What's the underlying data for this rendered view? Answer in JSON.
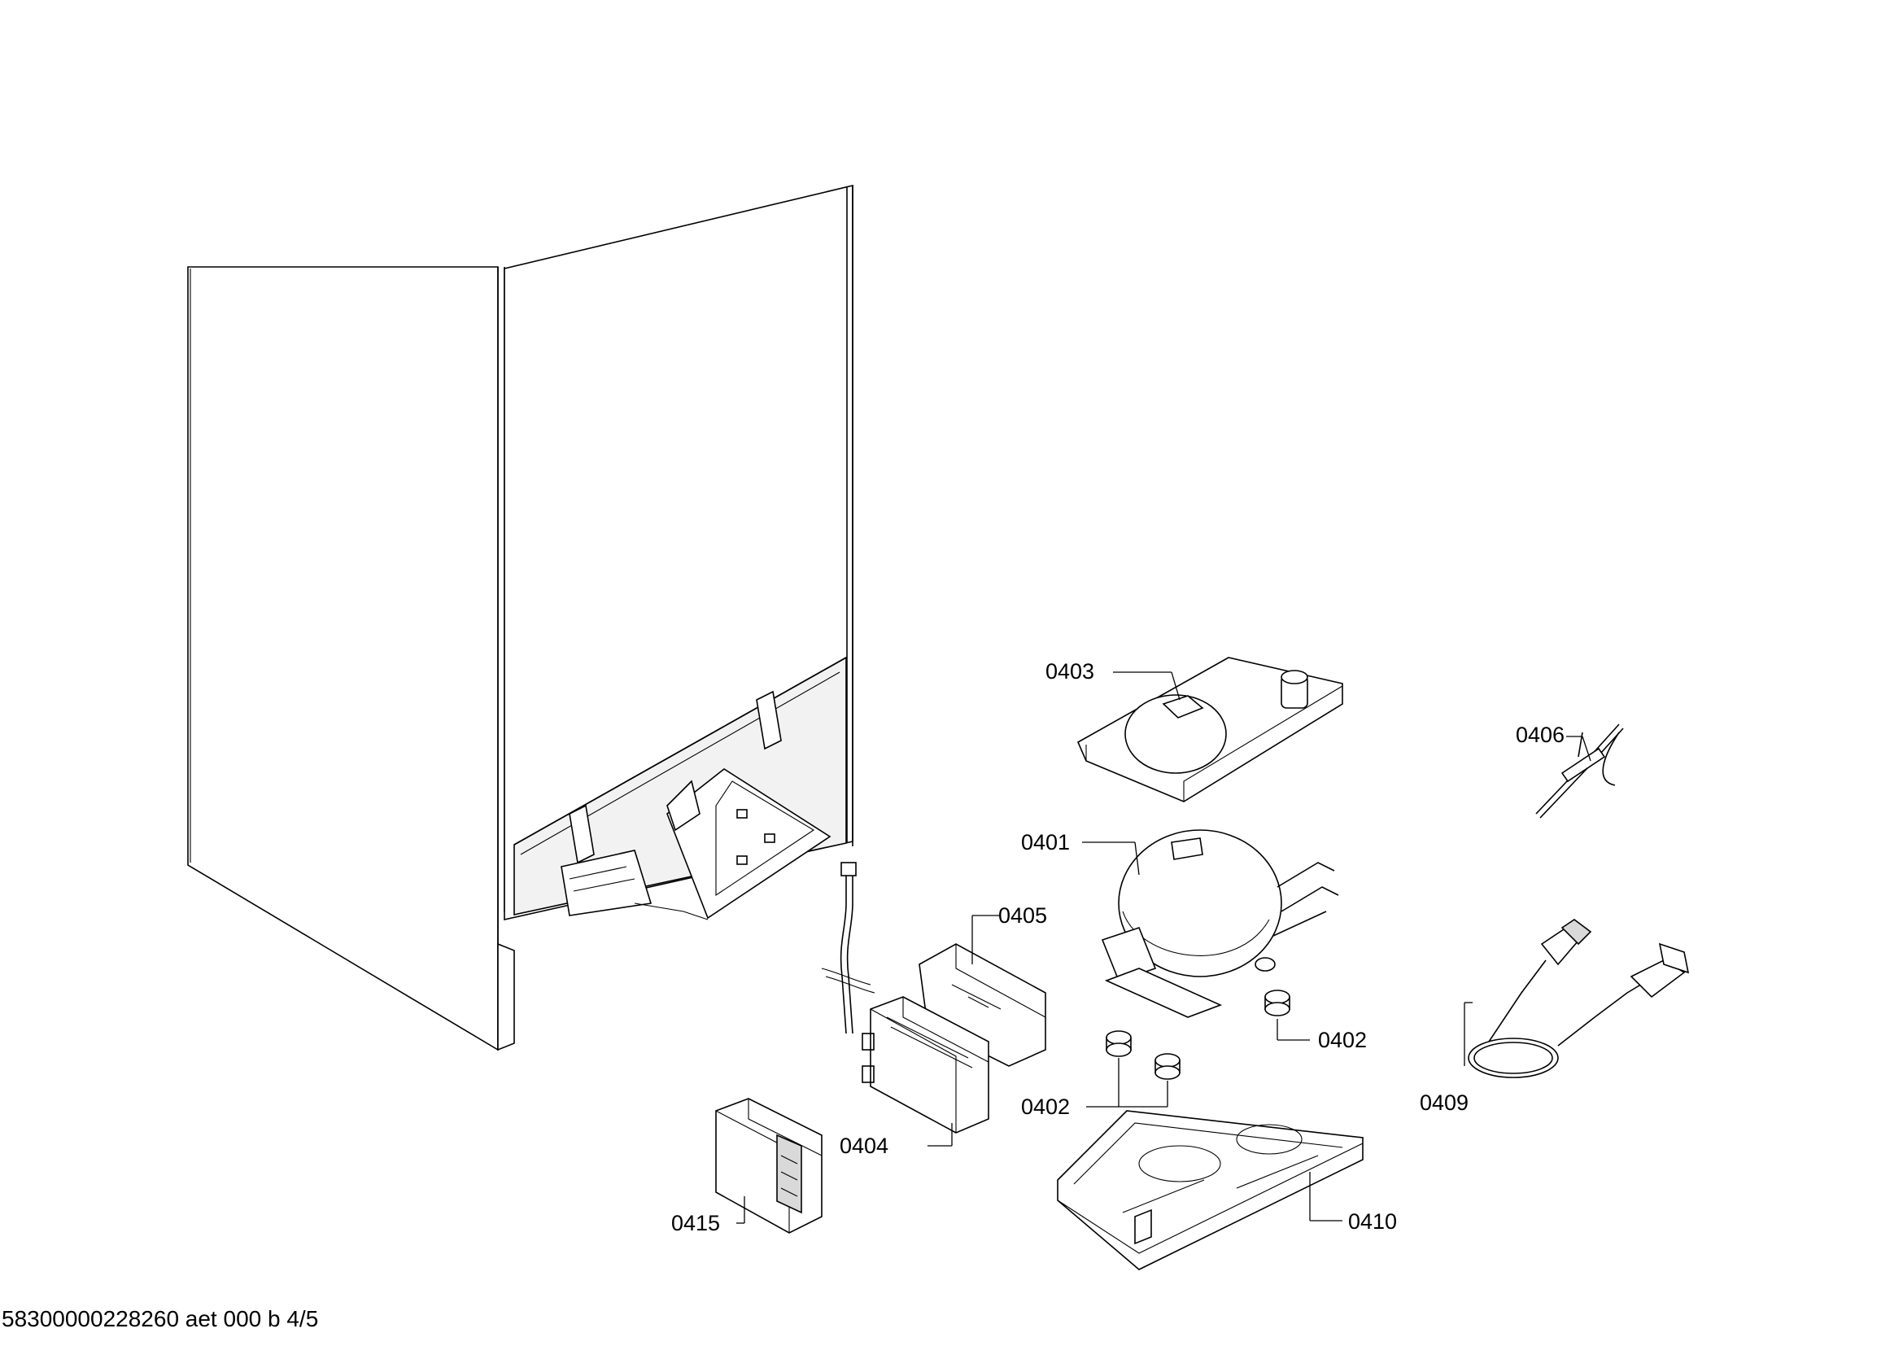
{
  "diagram": {
    "callouts": [
      {
        "id": "c0403",
        "text": "0403"
      },
      {
        "id": "c0406",
        "text": "0406"
      },
      {
        "id": "c0401",
        "text": "0401"
      },
      {
        "id": "c0405",
        "text": "0405"
      },
      {
        "id": "c0402a",
        "text": "0402"
      },
      {
        "id": "c0402b",
        "text": "0402"
      },
      {
        "id": "c0409",
        "text": "0409"
      },
      {
        "id": "c0404",
        "text": "0404"
      },
      {
        "id": "c0410",
        "text": "0410"
      },
      {
        "id": "c0415",
        "text": "0415"
      }
    ],
    "footer": "58300000228260 aet 000 b 4/5"
  }
}
